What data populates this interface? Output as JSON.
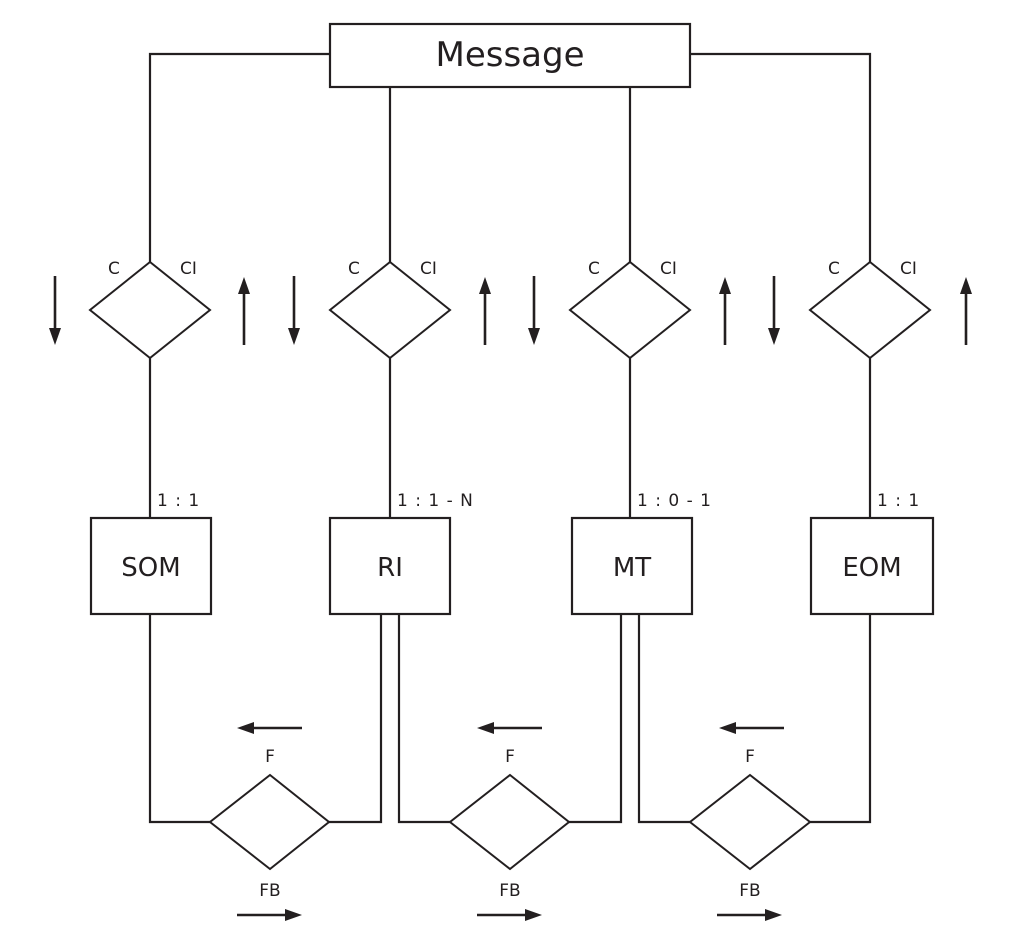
{
  "diagram": {
    "top_entity": {
      "label": "Message"
    },
    "entities": [
      {
        "label": "SOM",
        "cardinality": "1 : 1"
      },
      {
        "label": "RI",
        "cardinality": "1 : 1 - N"
      },
      {
        "label": "MT",
        "cardinality": "1 : 0 - 1"
      },
      {
        "label": "EOM",
        "cardinality": "1 : 1"
      }
    ],
    "relationships": [
      {
        "left_label": "C",
        "right_label": "CI"
      },
      {
        "left_label": "C",
        "right_label": "CI"
      },
      {
        "left_label": "C",
        "right_label": "CI"
      },
      {
        "left_label": "C",
        "right_label": "CI"
      }
    ],
    "links": [
      {
        "top_label": "F",
        "bottom_label": "FB"
      },
      {
        "top_label": "F",
        "bottom_label": "FB"
      },
      {
        "top_label": "F",
        "bottom_label": "FB"
      }
    ]
  }
}
